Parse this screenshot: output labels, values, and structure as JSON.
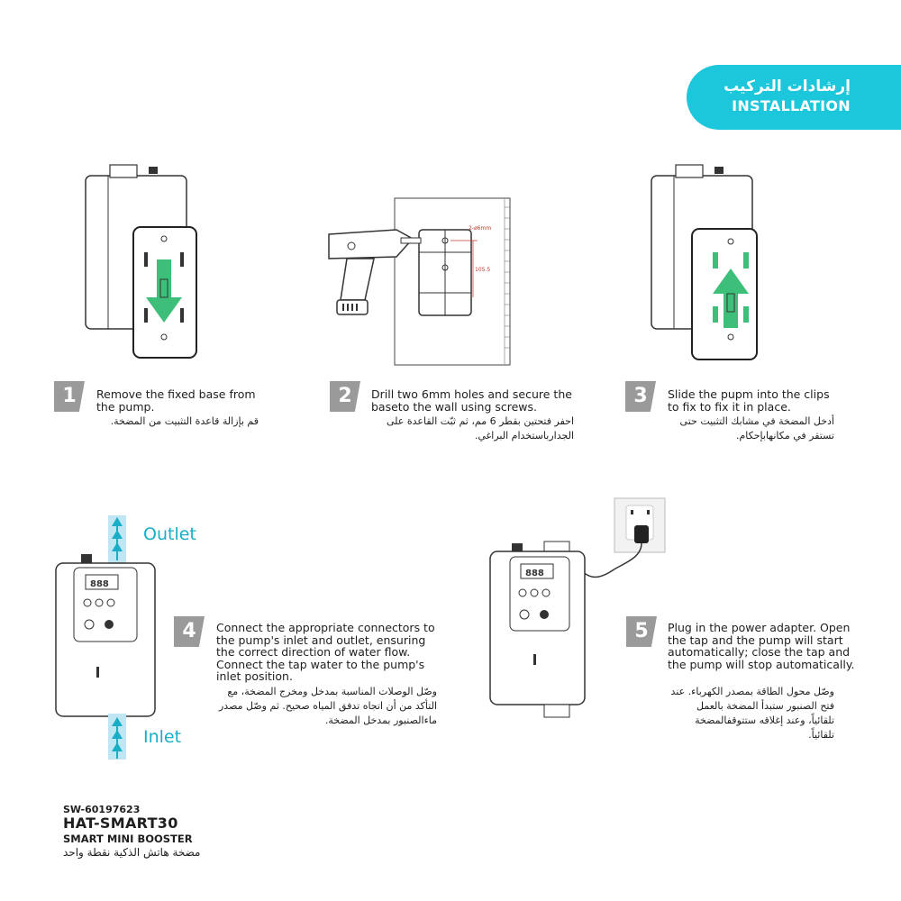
{
  "header": {
    "title_ar": "إرشادات التركيب",
    "title_en": "INSTALLATION",
    "accent_color": "#1cc6db"
  },
  "steps": [
    {
      "number": "1",
      "text_en": "Remove the fixed base from the pump.",
      "text_ar": "قم بإزالة قاعدة التثبيت من المضخة."
    },
    {
      "number": "2",
      "text_en": "Drill two 6mm holes and secure the baseto the wall using screws.",
      "text_ar": "احفر فتحتين بقطر 6 مم، ثم ثبّت القاعدة على الجدارباستخدام البراغي."
    },
    {
      "number": "3",
      "text_en": "Slide the pupm into the clips to fix to fix it in place.",
      "text_ar": "أدخل المضخة في مشابك التثبيت حتى تستقر في مكانهابإحكام."
    },
    {
      "number": "4",
      "text_en": "Connect the appropriate connectors to the pump's inlet and outlet, ensuring the correct direction of water flow. Connect the tap water to the pump's inlet position.",
      "text_ar": "وصّل الوصلات المناسبة بمدخل ومخرج المضخة، مع التأكد من أن اتجاه تدفق المياه صحيح. ثم وصّل مصدر ماءالصنبور بمدخل المضخة."
    },
    {
      "number": "5",
      "text_en": "Plug in the power adapter. Open the tap and the pump will start automatically; close the tap and the pump will stop automatically.",
      "text_ar": "وصّل محول الطاقة بمصدر الكهرباء. عند فتح الصنبور ستبدأ المضخة بالعمل تلقائياً، وعند إغلاقه ستتوقفالمضخة تلقائياً."
    }
  ],
  "diagram": {
    "drill_dimension_label": "2-ø6mm",
    "drill_spacing_label": "105.5",
    "outlet_label": "Outlet",
    "inlet_label": "Inlet",
    "display_readout": "888",
    "arrow_color": "#3dbf7a",
    "flow_color": "#1aaec6"
  },
  "product": {
    "sku": "SW-60197623",
    "model": "HAT-SMART30",
    "name_en": "SMART MINI BOOSTER",
    "name_ar": "مضخة هاتش الذكية نقطة واحد"
  }
}
